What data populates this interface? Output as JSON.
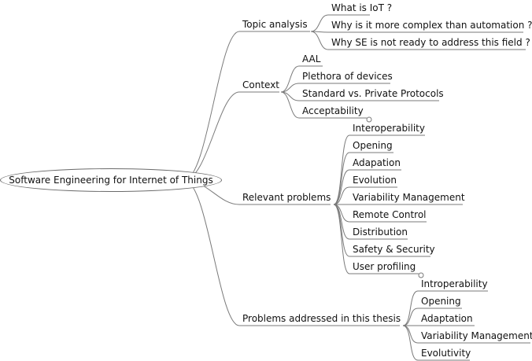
{
  "central_topic": "Software Engineering for Internet of Things",
  "branches": [
    {
      "label": "Topic analysis",
      "children": [
        "What is IoT ?",
        "Why is it more complex than automation ?",
        "Why SE is not ready to address this field ?"
      ]
    },
    {
      "label": "Context",
      "children": [
        "AAL",
        "Plethora of devices",
        "Standard vs. Private Protocols",
        "Acceptability"
      ]
    },
    {
      "label": "Relevant problems",
      "children": [
        "Interoperability",
        "Opening",
        "Adapation",
        "Evolution",
        "Variability Management",
        "Remote Control",
        "Distribution",
        "Safety & Security",
        "User profiling"
      ]
    },
    {
      "label": "Problems addressed in this thesis",
      "children": [
        "Introperability",
        "Opening",
        "Adaptation",
        "Variability Management",
        "Evolutivity"
      ]
    }
  ],
  "colors": {
    "line": "#7a7a7a",
    "text": "#111111"
  }
}
